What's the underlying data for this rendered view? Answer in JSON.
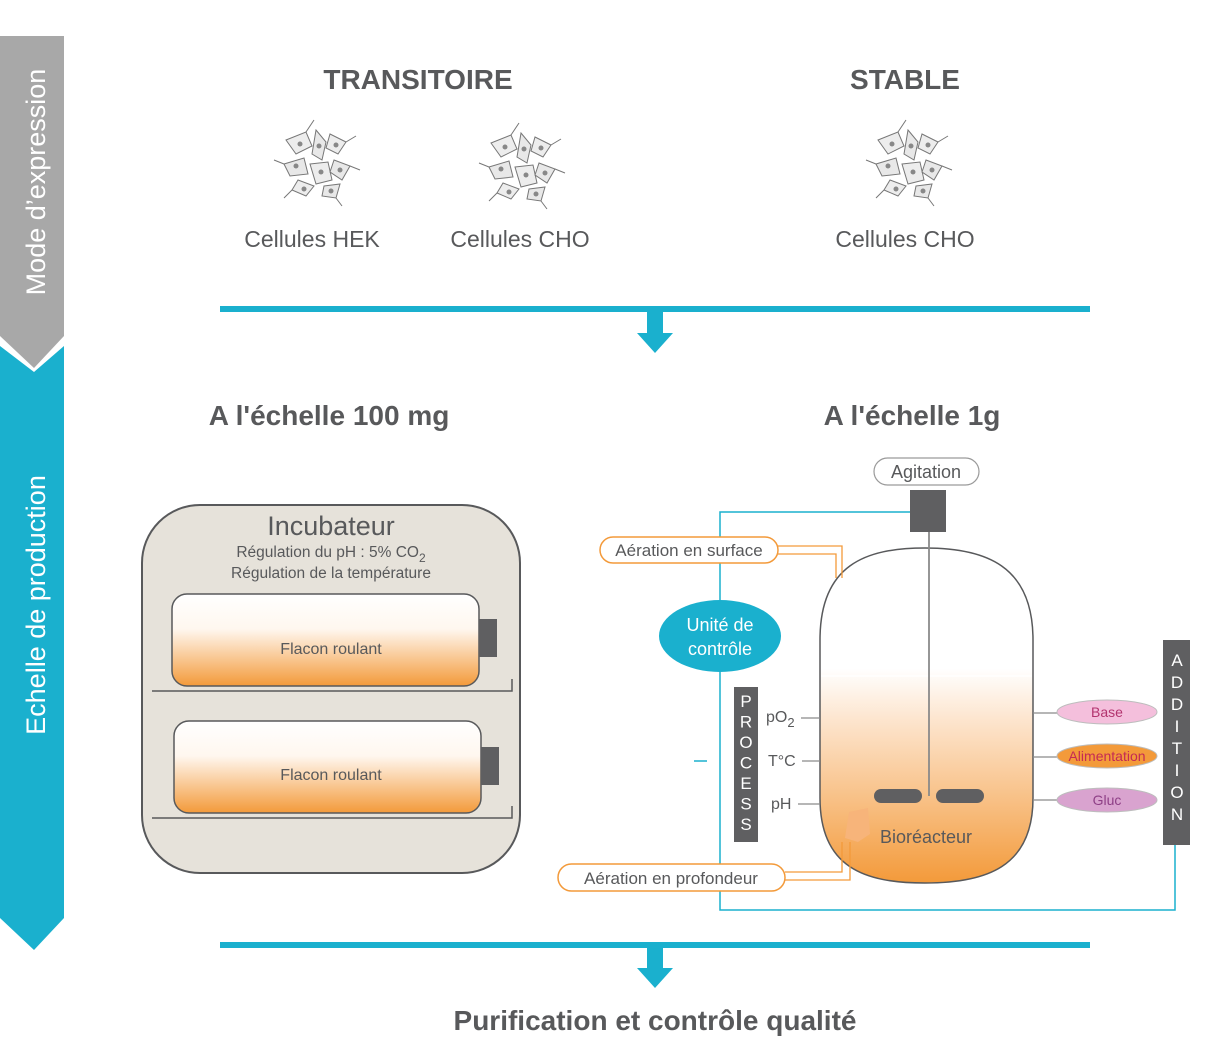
{
  "side_labels": {
    "expression": "Mode d’expression",
    "production": "Echelle de production"
  },
  "expression": {
    "transient_title": "TRANSITOIRE",
    "stable_title": "STABLE",
    "cells": [
      "Cellules HEK",
      "Cellules CHO",
      "Cellules CHO"
    ]
  },
  "production": {
    "small_title": "A l'échelle 100 mg",
    "large_title": "A l'échelle 1g"
  },
  "incubator": {
    "title": "Incubateur",
    "line1_prefix": "Régulation du pH : 5% CO",
    "line1_sub": "2",
    "line2": "Régulation de la température",
    "flask_label": "Flacon roulant"
  },
  "bioreactor": {
    "agitation": "Agitation",
    "surface_aeration": "Aération en surface",
    "deep_aeration": "Aération en profondeur",
    "control_unit_line1": "Unité de",
    "control_unit_line2": "contrôle",
    "process_letters": [
      "P",
      "R",
      "O",
      "C",
      "E",
      "S",
      "S"
    ],
    "addition_letters": [
      "A",
      "D",
      "D",
      "I",
      "T",
      "I",
      "O",
      "N"
    ],
    "sensors": {
      "po2_prefix": "pO",
      "po2_sub": "2",
      "temp": "T°C",
      "ph": "pH"
    },
    "vessel_label": "Bioréacteur",
    "additions": [
      "Base",
      "Alimentation",
      "Gluc"
    ]
  },
  "final_step": "Purification et contrôle qualité",
  "colors": {
    "teal": "#1ab0ce",
    "grey_arrow": "#a8a8a8",
    "orange": "#f39a3a",
    "dark_grey": "#5f5f61",
    "text_grey": "#58595b",
    "incubator_fill": "#e6e2da"
  },
  "icons": [
    "cell-cluster-icon",
    "arrow-down-icon"
  ]
}
